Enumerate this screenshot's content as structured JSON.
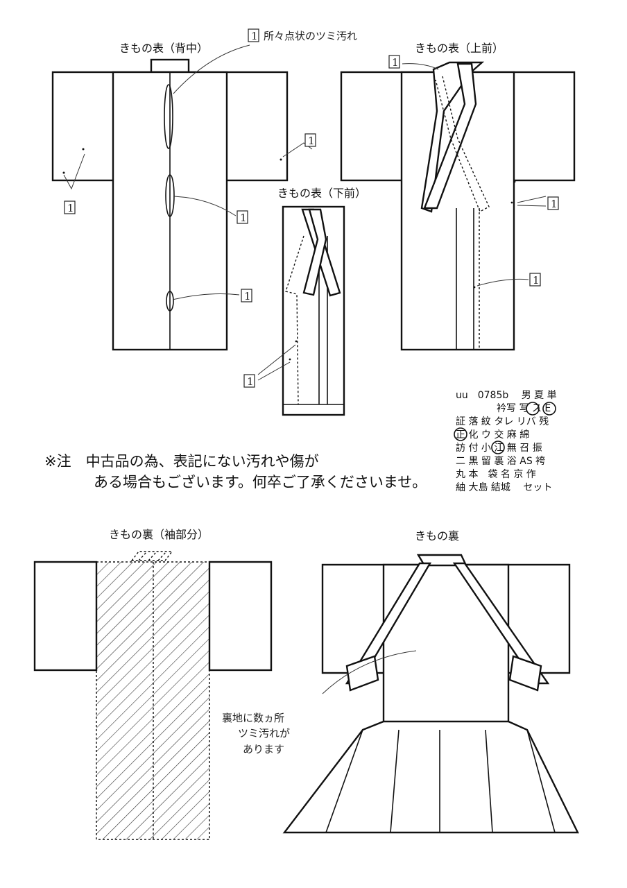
{
  "labels": {
    "back": "きもの表（背中）",
    "front_upper": "きもの表（上前）",
    "front_lower": "きもの表（下前）",
    "lining_sleeve": "きもの裏（袖部分）",
    "lining": "きもの裏"
  },
  "marker": "1",
  "annotations": {
    "spots_dots": "所々点状のツミ汚れ",
    "lining_line1": "裏地に数ヵ所",
    "lining_line2": "ツミ汚れが",
    "lining_line3": "あります"
  },
  "note": {
    "line1": "※注　中古品の為、表記にない汚れや傷が",
    "line2": "ある場合もございます。何卒ご了承くださいませ。"
  },
  "code_table": {
    "row1": "uu　0785b　 男 夏 単",
    "row2": "衿写 写 ス E",
    "row3": "証 落 紋 タレ リバ 残",
    "row4": "正 化 ウ 交 麻 綿",
    "row5": "訪 付 小 江 無 召 振",
    "row6": "二 黒 留 裏 浴 AS 袴",
    "row7": "丸 本　袋 名 京 作",
    "row8": "紬 大島 結城　 セット"
  }
}
